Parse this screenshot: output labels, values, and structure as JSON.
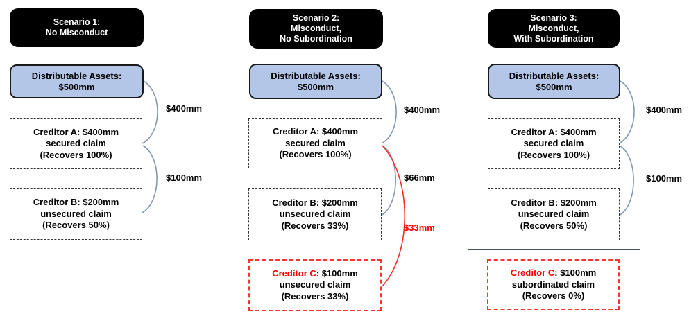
{
  "colors": {
    "header_bg": "#000000",
    "header_text": "#ffffff",
    "assets_fill": "#b4c6e7",
    "assets_border": "#1a1a1a",
    "creditor_border": "#333333",
    "highlight_red": "#ff0000",
    "red_dashed_border": "#ff3333",
    "flow_arc": "#8497b0",
    "flow_arc_red": "#ff2a2a",
    "divider_line": "#44546a",
    "body_text": "#000000"
  },
  "scenarios": [
    {
      "header_lines": [
        "Scenario 1:",
        "No Misconduct"
      ],
      "assets_lines": [
        "Distributable Assets:",
        "$500mm"
      ],
      "creditors": [
        {
          "name": "Creditor A",
          "amount": ": $400mm",
          "type_line": "secured claim",
          "recovery_line": "(Recovers 100%)"
        },
        {
          "name": "Creditor B",
          "amount": ": $200mm",
          "type_line": "unsecured claim",
          "recovery_line": "(Recovers 50%)"
        }
      ],
      "flow_labels": [
        {
          "text": "$400mm"
        },
        {
          "text": "$100mm"
        }
      ]
    },
    {
      "header_lines": [
        "Scenario 2:",
        "Misconduct,",
        "No Subordination"
      ],
      "assets_lines": [
        "Distributable Assets:",
        "$500mm"
      ],
      "creditors": [
        {
          "name": "Creditor A",
          "amount": ": $400mm",
          "type_line": "secured claim",
          "recovery_line": "(Recovers 100%)"
        },
        {
          "name": "Creditor B",
          "amount": ": $200mm",
          "type_line": "unsecured claim",
          "recovery_line": "(Recovers 33%)"
        },
        {
          "name": "Creditor C",
          "amount": ": $100mm",
          "type_line": "unsecured claim",
          "recovery_line": "(Recovers 33%)"
        }
      ],
      "flow_labels": [
        {
          "text": "$400mm"
        },
        {
          "text": "$66mm"
        },
        {
          "text": "$33mm"
        }
      ]
    },
    {
      "header_lines": [
        "Scenario 3:",
        "Misconduct,",
        "With Subordination"
      ],
      "assets_lines": [
        "Distributable Assets:",
        "$500mm"
      ],
      "creditors": [
        {
          "name": "Creditor A",
          "amount": ": $400mm",
          "type_line": "secured claim",
          "recovery_line": "(Recovers 100%)"
        },
        {
          "name": "Creditor B",
          "amount": ": $200mm",
          "type_line": "unsecured claim",
          "recovery_line": "(Recovers 50%)"
        },
        {
          "name": "Creditor C",
          "amount": ": $100mm",
          "type_line": "subordinated claim",
          "recovery_line": "(Recovers 0%)"
        }
      ],
      "flow_labels": [
        {
          "text": "$400mm"
        },
        {
          "text": "$100mm"
        }
      ]
    }
  ]
}
